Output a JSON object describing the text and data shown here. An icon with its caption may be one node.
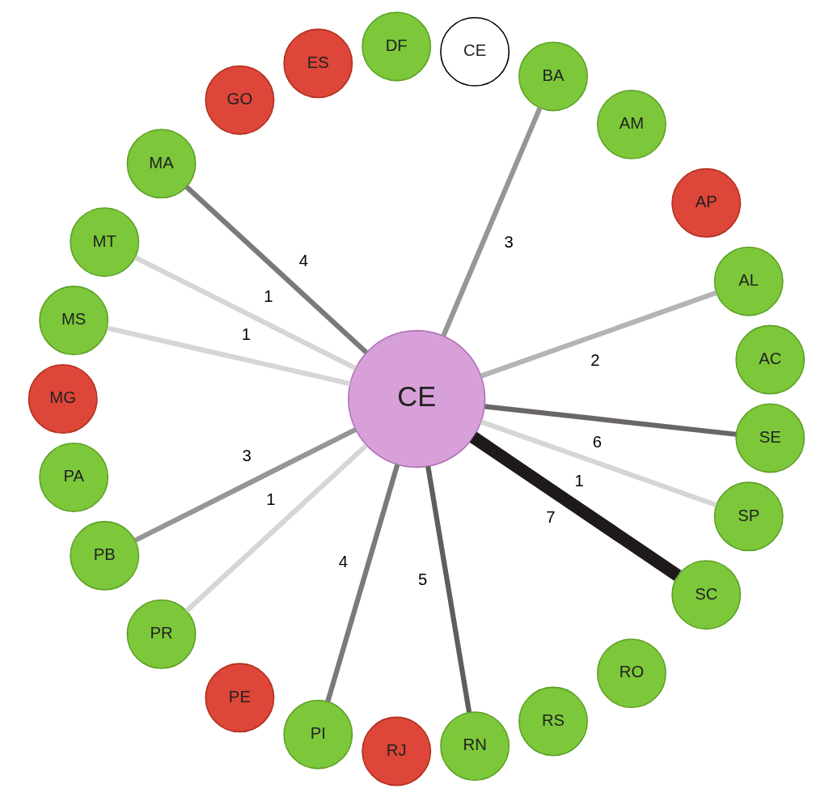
{
  "diagram": {
    "nodes": [
      {
        "text": [
          "CE"
        ]
      },
      {
        "text": [
          "AC"
        ]
      },
      {
        "text": [
          "AL"
        ]
      },
      {
        "text": [
          "AP"
        ]
      },
      {
        "text": [
          "AM"
        ]
      },
      {
        "text": [
          "BA"
        ]
      },
      {
        "text": [
          "CE"
        ]
      },
      {
        "text": [
          "DF"
        ]
      },
      {
        "text": [
          "ES"
        ]
      },
      {
        "text": [
          "GO"
        ]
      },
      {
        "text": [
          "MA"
        ]
      },
      {
        "text": [
          "MT"
        ]
      },
      {
        "text": [
          "MS"
        ]
      },
      {
        "text": [
          "MG"
        ]
      },
      {
        "text": [
          "PA"
        ]
      },
      {
        "text": [
          "PB"
        ]
      },
      {
        "text": [
          "PR"
        ]
      },
      {
        "text": [
          "PE"
        ]
      },
      {
        "text": [
          "PI"
        ]
      },
      {
        "text": [
          "RJ"
        ]
      },
      {
        "text": [
          "RN"
        ]
      },
      {
        "text": [
          "RS"
        ]
      },
      {
        "text": [
          "RO"
        ]
      },
      {
        "text": [
          "SC"
        ]
      },
      {
        "text": [
          "SP"
        ]
      },
      {
        "text": [
          "SE"
        ]
      }
    ],
    "edges": [
      {
        "from": 0,
        "to": 2,
        "arrow": "none",
        "label": "2",
        "color": "#b4b4b4"
      },
      {
        "from": 0,
        "to": 5,
        "arrow": "none",
        "label": "3",
        "color": "#969696"
      },
      {
        "from": 0,
        "to": 10,
        "arrow": "none",
        "label": "4",
        "color": "#7a7a7a"
      },
      {
        "from": 0,
        "to": 11,
        "arrow": "none",
        "label": "1"
      },
      {
        "from": 0,
        "to": 12,
        "arrow": "none",
        "label": "1"
      },
      {
        "from": 0,
        "to": 15,
        "arrow": "none",
        "label": "3",
        "color": "#969696"
      },
      {
        "from": 0,
        "to": 16,
        "arrow": "none",
        "label": "1"
      },
      {
        "from": 0,
        "to": 18,
        "arrow": "none",
        "label": "4",
        "color": "#7a7a7a"
      },
      {
        "from": 0,
        "to": 20,
        "arrow": "none",
        "label": "5",
        "color": "#5e5e5e"
      },
      {
        "from": 0,
        "to": 23,
        "arrow": "none",
        "label": "7",
        "style": "thick",
        "color": "#1e1a1a"
      },
      {
        "from": 0,
        "to": 24,
        "arrow": "none",
        "label": "1"
      },
      {
        "from": 0,
        "to": 25,
        "arrow": "none",
        "label": "6",
        "color": "#6a6667"
      }
    ]
  }
}
